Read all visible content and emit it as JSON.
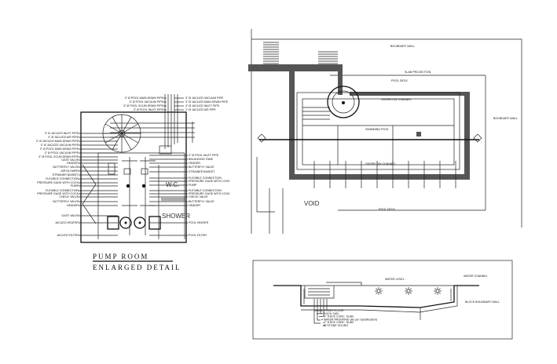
{
  "pump_room": {
    "title_line1": "PUMP ROOM",
    "title_line2": "ENLARGED DETAIL",
    "wc_label": "W.C.",
    "shower_label": "SHOWER",
    "top_labels_left": [
      "3\" Ø POOL MAIN DRAIN PIPE",
      "3\" Ø POOL VACUUM PIPE",
      "3\" Ø POOL SCUM DRAIN PIPE",
      "3\" Ø POOL INLET PIPE"
    ],
    "top_labels_right": [
      "3\" Ø JACUZZI VACUUM PIPE",
      "3\" Ø JACUZZI MAIN DRAIN PIPE",
      "3\" Ø JACUZZI INLET PIPE",
      "1\" Ø JACUZZI AIR PIPE"
    ],
    "left_labels": [
      "3\" Ø JACUZZI INLET PIPE",
      "3\" Ø JACUZZI AIR PIPE",
      "3\" Ø JACUZZI MAIN DRAIN PIPE",
      "3\" Ø JACUZZI VACUUM PIPE",
      "3\" Ø POOL MAIN DRAIN PIPE",
      "3\" Ø POOL VACUUM PIPE",
      "3\" Ø POOL SCUM DRAIN PIPE",
      "GATE VALVE",
      "HEADER",
      "BUTTERFLY VALVE",
      "AIR BLOWER",
      "STRAINER BASKET",
      "FLEXIBLE CONNECTION",
      "PRESSURE GAGE WITH COCK",
      "PUMP",
      "FLEXIBLE CONNECTION",
      "PRESSURE GAGE WITH COCK",
      "CHECK VALVE",
      "BUTTERFLY VALVE",
      "HEADER",
      "GATE VALVE",
      "JACUZZI HEATER",
      "JACUZZI FILTER"
    ],
    "right_labels": [
      "3\" Ø POOL INLET PIPE",
      "BALANCING TANK",
      "HEADER",
      "BUTTERFLY VALVE",
      "STRAINER BASKET",
      "FLEXIBLE CONNECTION",
      "PRESSURE GAGE WITH COCK",
      "PUMP",
      "FLEXIBLE CONNECTION",
      "PRESSURE GAGE WITH COCK",
      "CHECK VALVE",
      "BUTTERFLY VALVE",
      "HEADER",
      "POOL HEATER",
      "POOL FILTER"
    ]
  },
  "plan": {
    "void_label": "VOID",
    "boundary_wall_top": "BOUNDARY WALL",
    "boundary_wall_right": "BOUNDARY WALL",
    "pool_label": "SWIMMING POOL",
    "channel_top": "OVERFLOW CHANNEL",
    "channel_bottom": "OVERFLOW CHANNEL",
    "slab_projection": "SLAB PROJECTION",
    "pool_deck_top": "POOL DECK",
    "pool_deck_bottom": "POOL DECK"
  },
  "section": {
    "water_level": "WATER LEVEL",
    "water_channel": "WATER CHANNEL",
    "boundary_wall": "BLOCK BOUNDARY WALL",
    "layers": [
      "FINISH FLOOR",
      "ROCK SUB",
      "3\" THICK CONC. SLAB",
      "WATER PROOFING (As per Specification)",
      "4\" THICK CONC. SLAB",
      "6\" STONE SOLING"
    ]
  }
}
